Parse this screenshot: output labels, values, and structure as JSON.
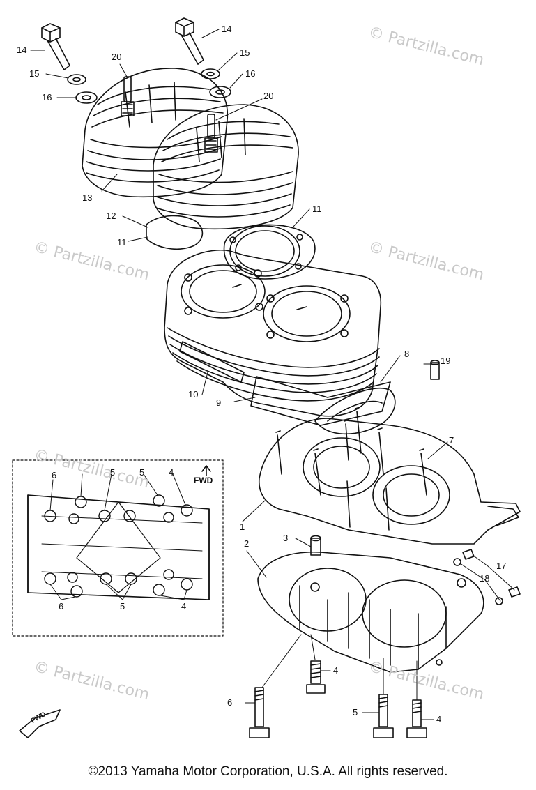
{
  "watermark": "© Partzilla.com",
  "callouts": {
    "c1": "1",
    "c2": "2",
    "c3": "3",
    "c4a": "4",
    "c4b": "4",
    "c4c": "4",
    "c5a": "5",
    "c5b": "5",
    "c5c": "5",
    "c6": "6",
    "c6b": "6",
    "c6c": "6",
    "c7": "7",
    "c8": "8",
    "c9": "9",
    "c10": "10",
    "c11a": "11",
    "c11b": "11",
    "c12": "12",
    "c13": "13",
    "c14a": "14",
    "c14b": "14",
    "c15a": "15",
    "c15b": "15",
    "c16a": "16",
    "c16b": "16",
    "c17": "17",
    "c18": "18",
    "c19": "19",
    "c20a": "20",
    "c20b": "20"
  },
  "inset": {
    "fwd_label": "FWD",
    "labels": {
      "i6a": "6",
      "i5a": "5",
      "i5b": "5",
      "i4a": "4",
      "i6b": "6",
      "i5c": "5",
      "i4b": "4"
    }
  },
  "fwd_badge": "FWD",
  "copyright": "©2013 Yamaha Motor Corporation, U.S.A. All rights reserved."
}
